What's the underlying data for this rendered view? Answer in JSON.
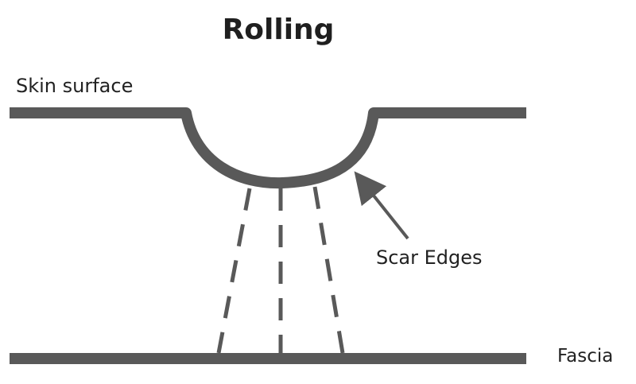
{
  "diagram": {
    "title": "Rolling",
    "labels": {
      "skin_surface": "Skin surface",
      "scar_edges": "Scar Edges",
      "fascia": "Fascia"
    },
    "colors": {
      "line": "#595959",
      "text": "#222222"
    }
  }
}
